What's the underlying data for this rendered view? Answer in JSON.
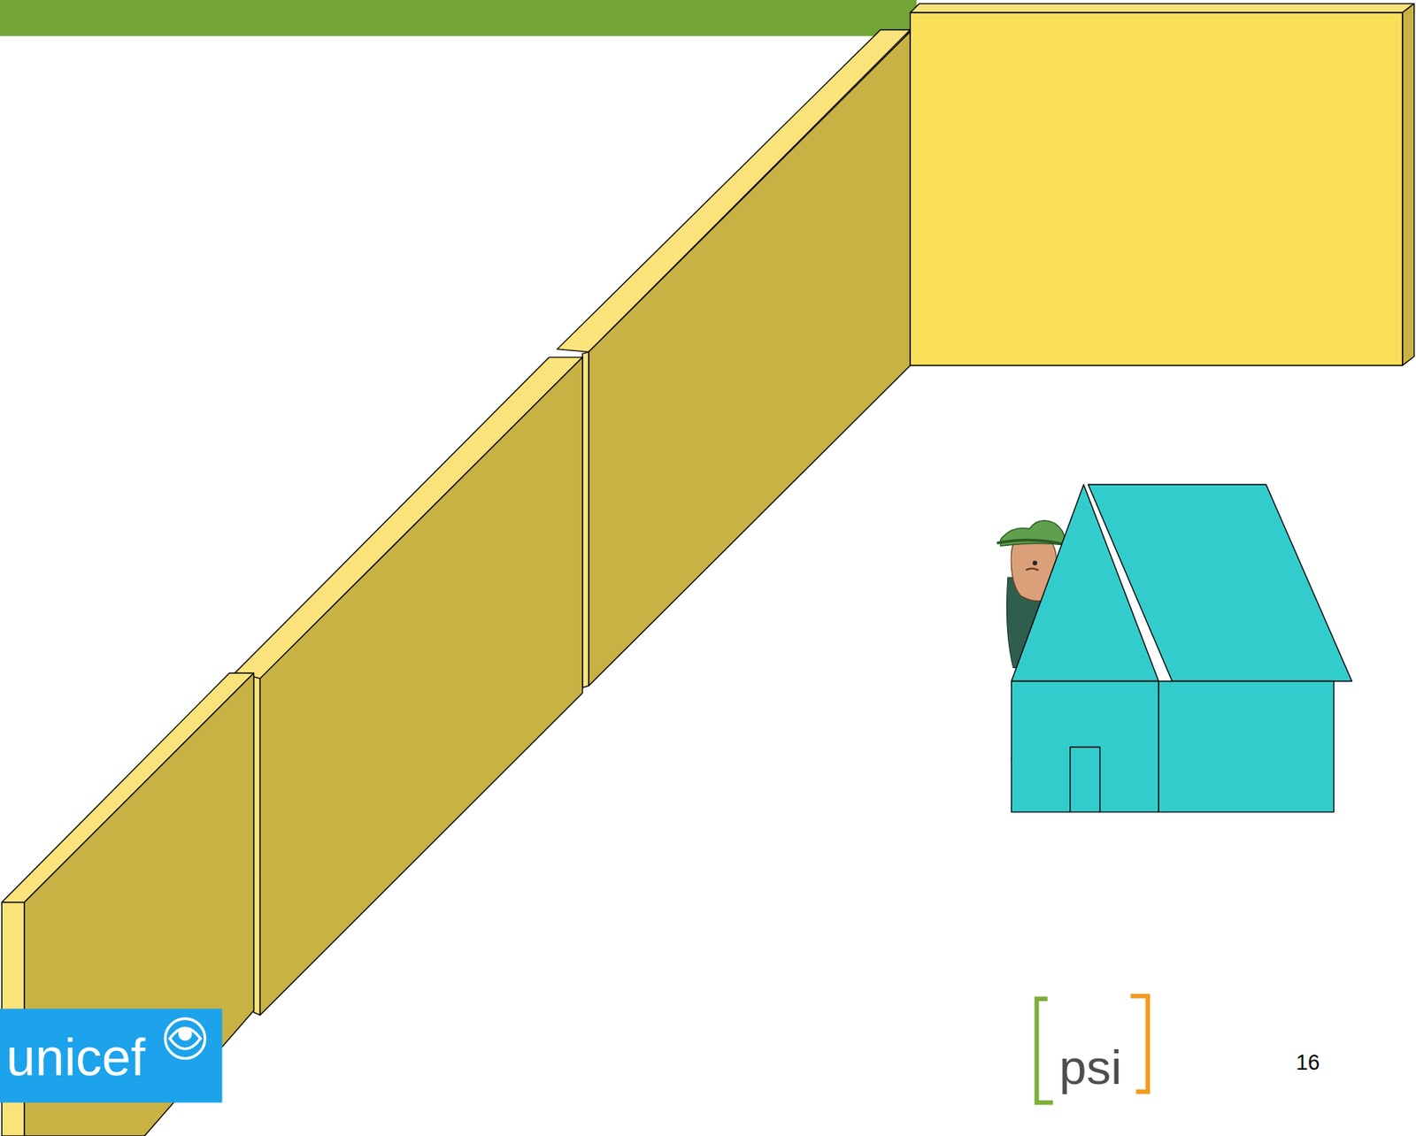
{
  "diagram": {
    "labels": [
      "unicef",
      "psi",
      "16"
    ]
  }
}
